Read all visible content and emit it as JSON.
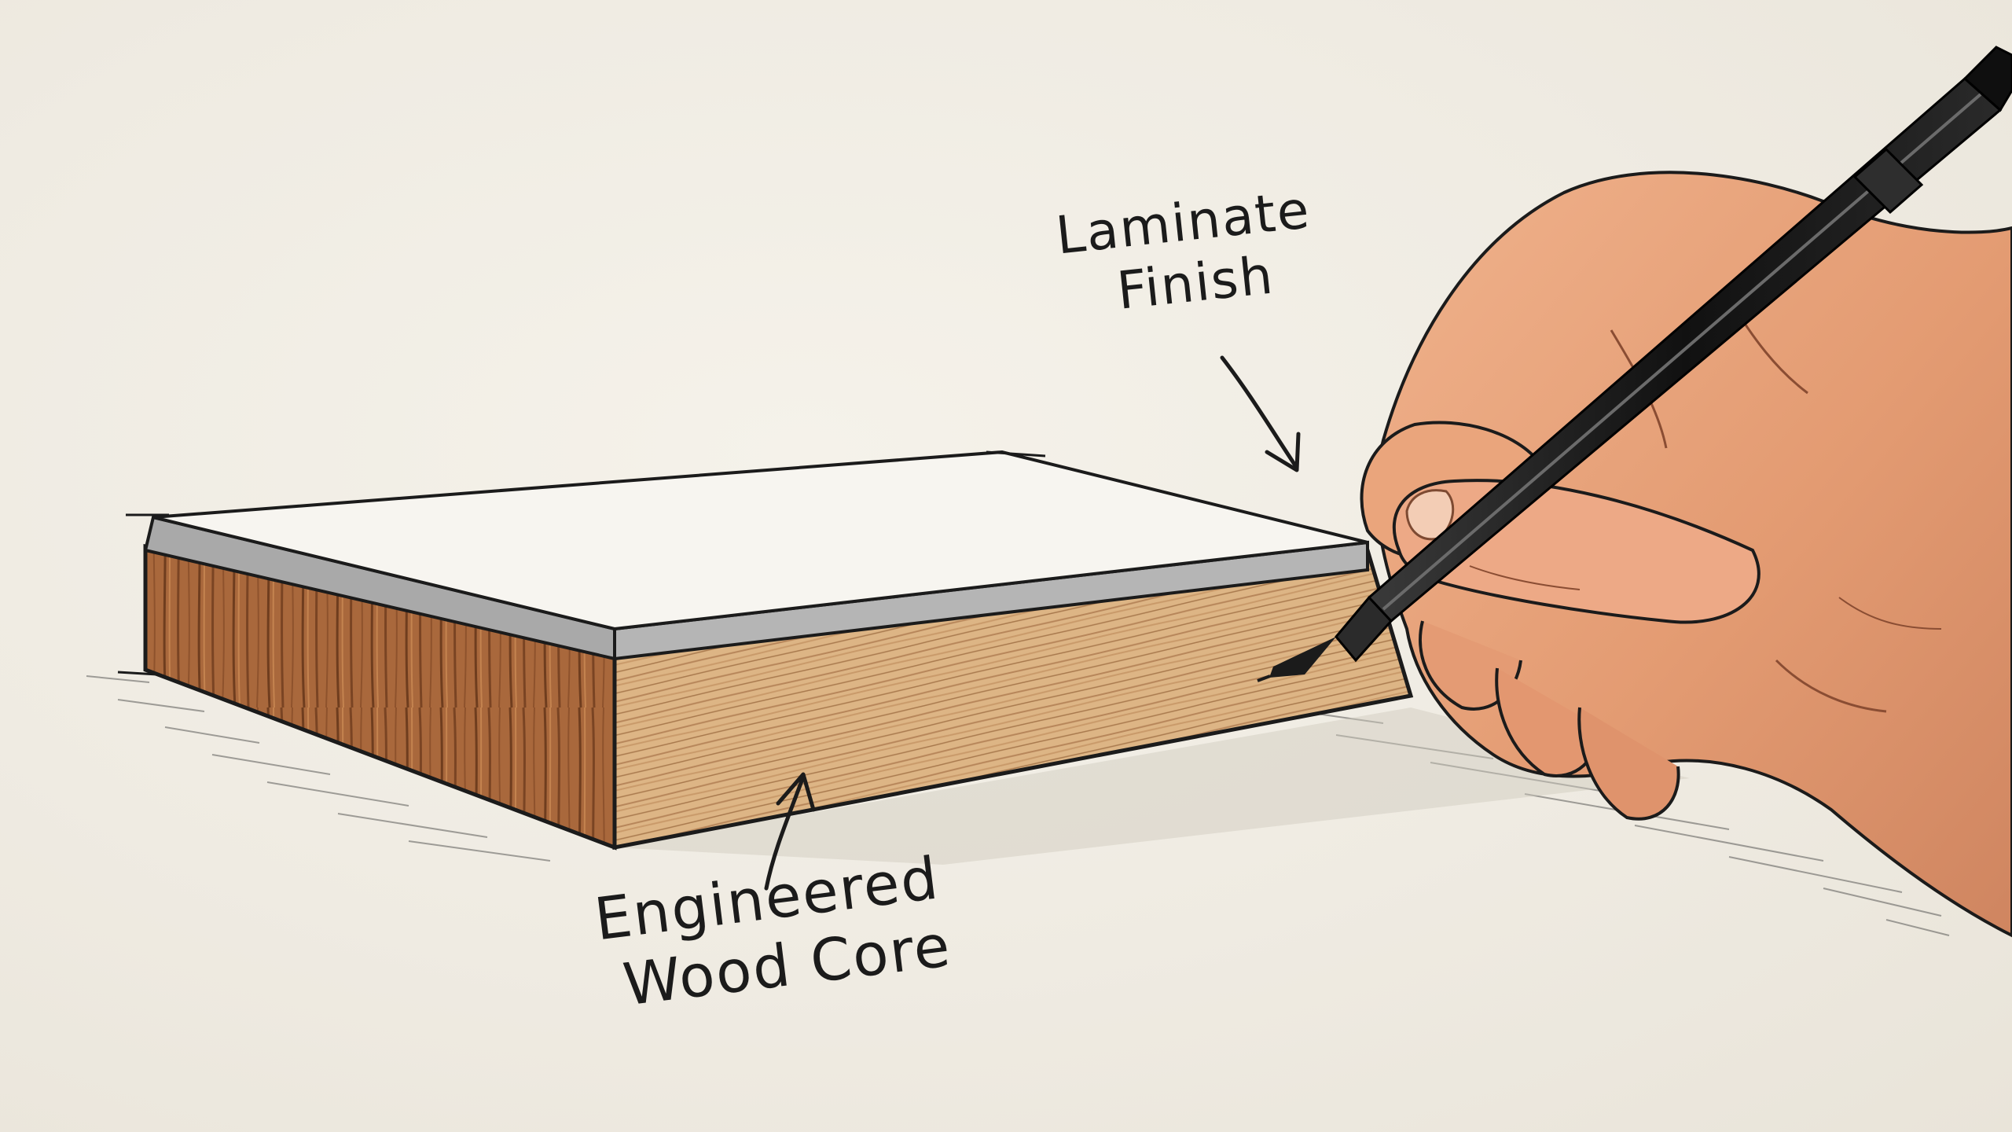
{
  "labels": {
    "laminate": {
      "line1": "Laminate",
      "line2": "Finish"
    },
    "core": {
      "line1": "Engineered",
      "line2": "Wood Core"
    }
  },
  "colors": {
    "paper": "#f1ede4",
    "ink": "#1b1b1b",
    "laminate_top": "#f7f5f0",
    "laminate_edge": "#a9a9a9",
    "wood_front": "#a9683c",
    "wood_side": "#ddb585",
    "skin": "#e7a27a",
    "pen": "#1c1c1c"
  },
  "icons": {
    "board": "laminated-board-illustration",
    "hand": "hand-holding-pen-illustration",
    "arrow": "hand-drawn-arrow"
  }
}
